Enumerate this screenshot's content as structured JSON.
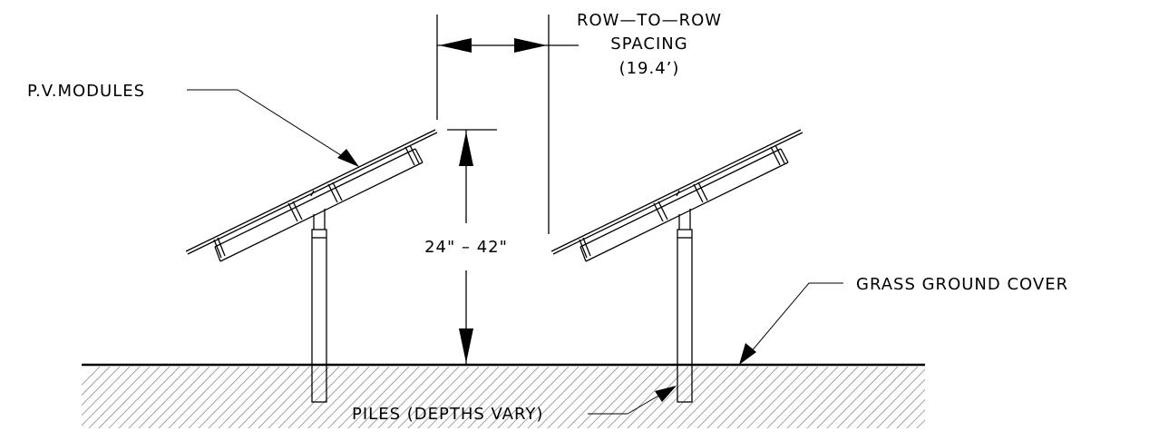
{
  "labels": {
    "pv_modules": "P.V.MODULES",
    "row_spacing_line1": "ROW—TO—ROW",
    "row_spacing_line2": "SPACING",
    "row_spacing_line3": "(19.4’)",
    "height_range": "24\"  –  42\"",
    "ground_cover": "GRASS GROUND COVER",
    "piles": "PILES (DEPTHS VARY)"
  },
  "colors": {
    "line": "#000000",
    "hatch": "#9a9a9a",
    "background": "#ffffff"
  }
}
